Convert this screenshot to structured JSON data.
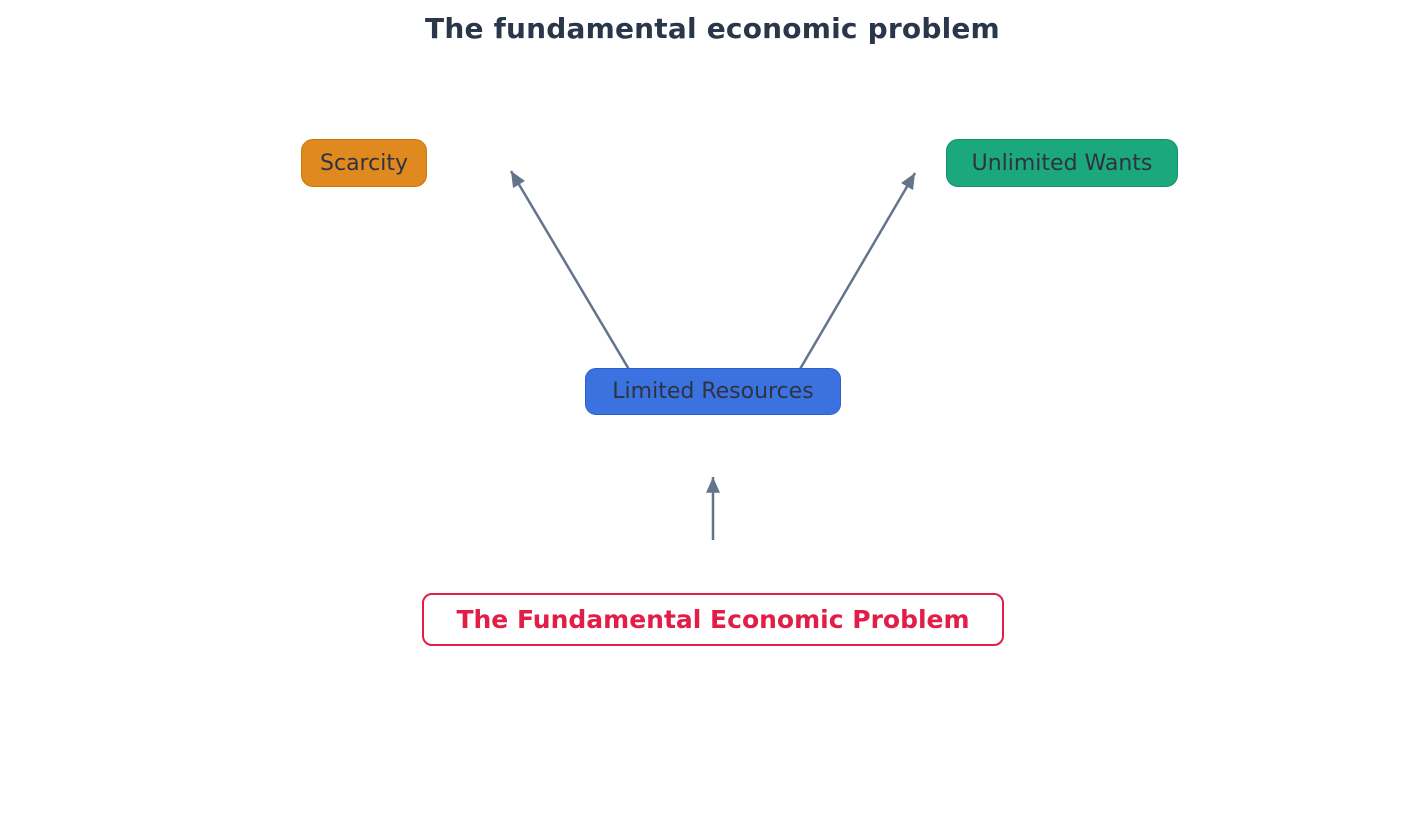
{
  "title": "The fundamental economic problem",
  "nodes": {
    "scarcity": {
      "label": "Scarcity",
      "color": "#e0891f"
    },
    "unlimited_wants": {
      "label": "Unlimited Wants",
      "color": "#1ca87d"
    },
    "limited_resources": {
      "label": "Limited Resources",
      "color": "#3b72e0"
    },
    "fundamental_problem": {
      "label": "The Fundamental Economic Problem",
      "color": "#e11d48"
    }
  },
  "edges": [
    {
      "from": "limited_resources",
      "to": "scarcity"
    },
    {
      "from": "limited_resources",
      "to": "unlimited_wants"
    },
    {
      "from": "fundamental_problem",
      "to": "limited_resources"
    }
  ],
  "colors": {
    "title_text": "#2a3649",
    "node_text": "#2d3340",
    "arrow": "#64748b",
    "scarcity_bg": "#e0891f",
    "scarcity_border": "#c9780f",
    "unlimited_wants_bg": "#1ca87d",
    "unlimited_wants_border": "#12916a",
    "limited_resources_bg": "#3b72e0",
    "limited_resources_border": "#2b5fc9",
    "problem_accent": "#e11d48",
    "background": "#ffffff"
  }
}
